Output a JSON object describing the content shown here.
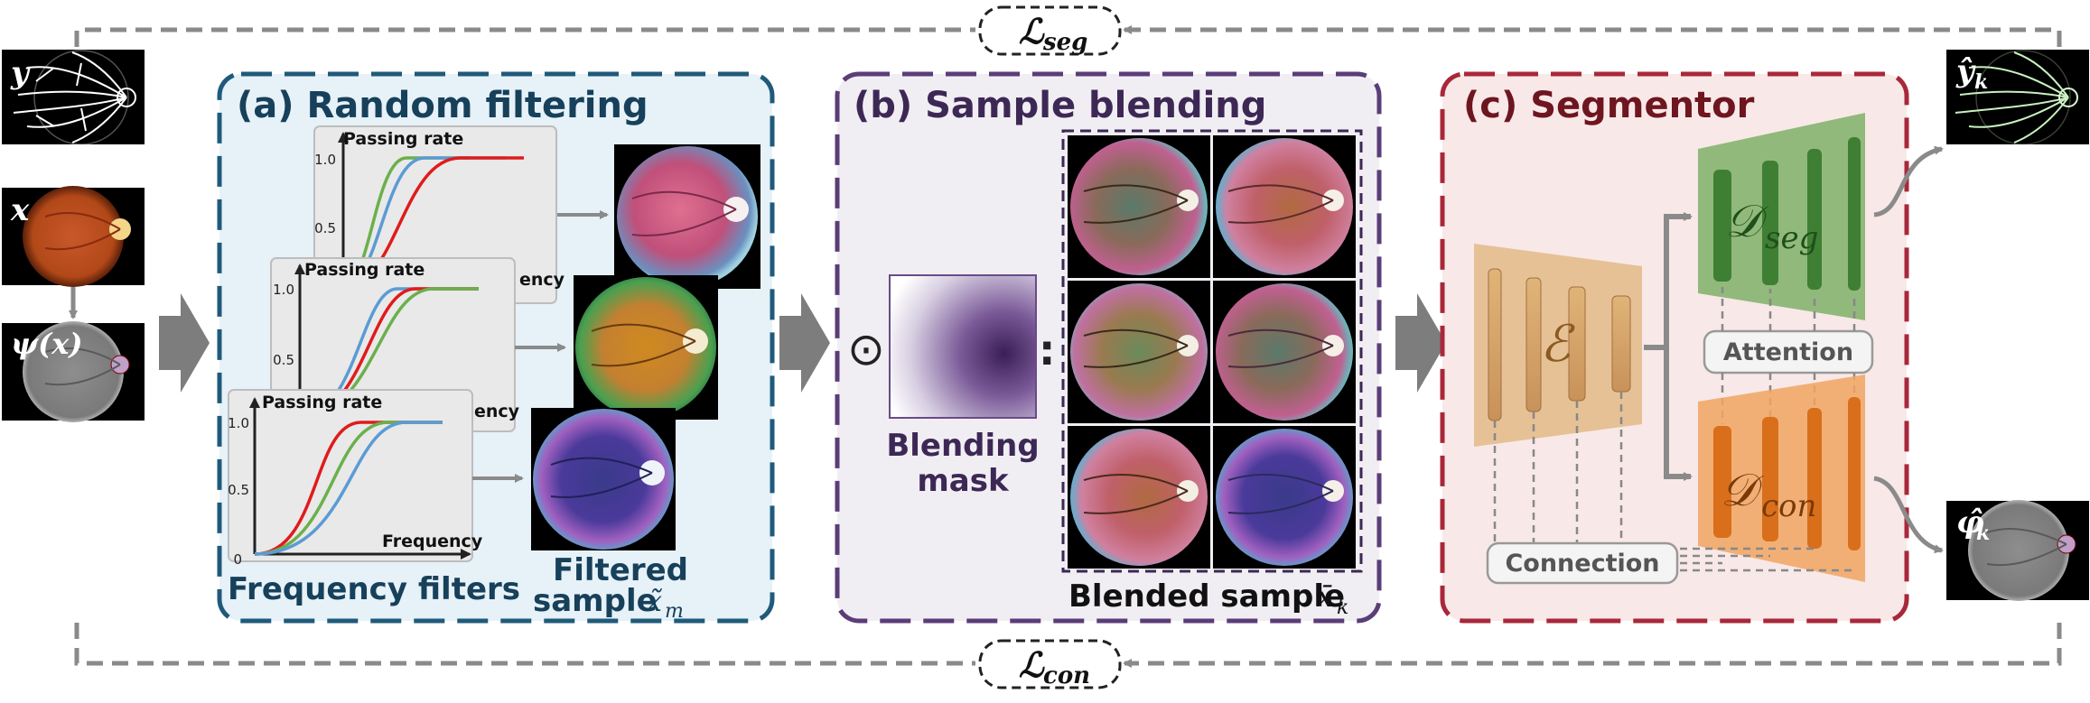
{
  "losses": {
    "seg": {
      "symbol": "ℒ",
      "sub": "seg"
    },
    "con": {
      "symbol": "ℒ",
      "sub": "con"
    }
  },
  "inputs": {
    "y_label": "y",
    "x_label": "x",
    "psi_label": "ψ(x)"
  },
  "outputs": {
    "y_hat_label": "ŷ",
    "y_hat_sub": "k",
    "phi_hat_label": "φ̂",
    "phi_hat_sub": "k"
  },
  "panel_a": {
    "title": "(a) Random filtering",
    "plot_ylabel": "Passing rate",
    "plot_xlabel": "Frequency",
    "plot_xlabel_partial": "ency",
    "ticks": [
      "1.0",
      "0.5",
      "0"
    ],
    "caption_filters": "Frequency filters",
    "caption_filtered_line1": "Filtered",
    "caption_filtered_line2": "sample",
    "sample_symbol": "x̃",
    "sample_sub": "m"
  },
  "panel_b": {
    "title": "(b) Sample blending",
    "odot": "⊙",
    "colon": ":",
    "mask_line1": "Blending",
    "mask_line2": "mask",
    "caption": "Blended sample",
    "sample_symbol": "x̄",
    "sample_sub": "k"
  },
  "panel_c": {
    "title": "(c) Segmentor",
    "encoder": "ℰ",
    "dseg_symbol": "𝒟",
    "dseg_sub": "seg",
    "dcon_symbol": "𝒟",
    "dcon_sub": "con",
    "attention": "Attention",
    "connection": "Connection"
  },
  "colors": {
    "panel_a_border": "#1f5a7a",
    "panel_a_fill": "#e6f1f8",
    "panel_b_border": "#5b3d78",
    "panel_b_fill": "#f0eef3",
    "panel_c_border": "#a8283a",
    "panel_c_fill": "#f9e8e8",
    "title_a": "#17405a",
    "title_b": "#3d2855",
    "title_c": "#6e1620",
    "curve_red": "#e01b1b",
    "curve_green": "#6ab04c",
    "curve_blue": "#5b9bd5",
    "encoder": "#d8a866",
    "dseg": "#4c8a3c",
    "dcon": "#d96f1a",
    "arrow_gray": "#8a8a8a"
  }
}
